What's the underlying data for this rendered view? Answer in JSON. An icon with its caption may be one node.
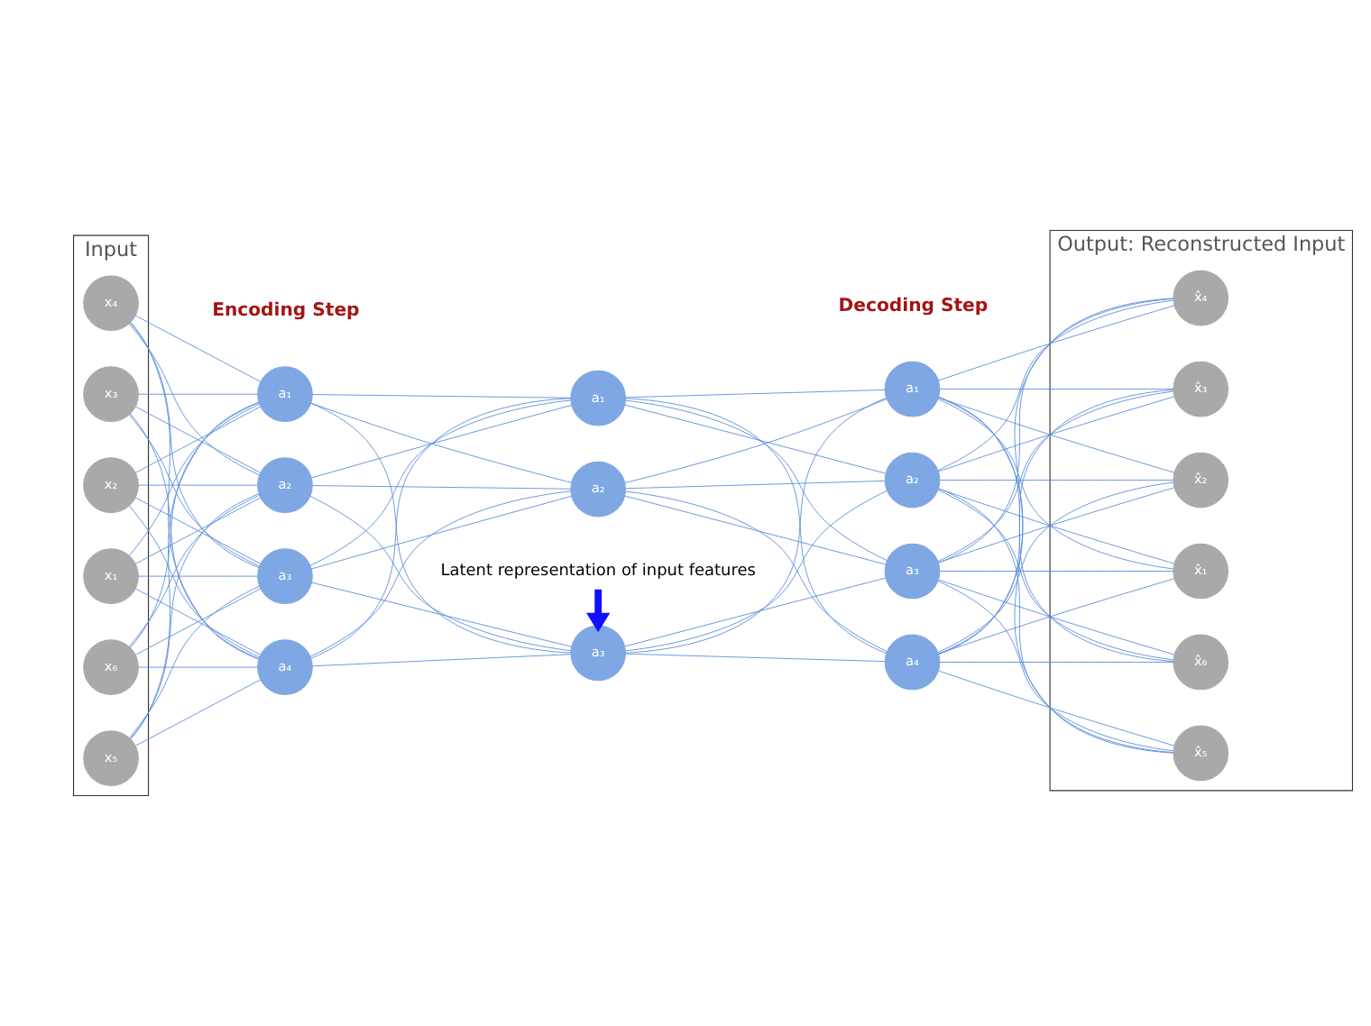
{
  "diagram": {
    "nodes": [
      {
        "text": [
          "Input"
        ]
      },
      {
        "text": [
          "x₁"
        ],
        "in": 0
      },
      {
        "text": [
          "x₂"
        ],
        "in": 0
      },
      {
        "text": [
          "x₃"
        ],
        "in": 0
      },
      {
        "text": [
          "x₄"
        ],
        "in": 0
      },
      {
        "text": [
          "x₅"
        ],
        "in": 0
      },
      {
        "text": [
          "x₆"
        ],
        "in": 0
      },
      {
        "text": [
          "a₁"
        ]
      },
      {
        "text": [
          "a₂"
        ]
      },
      {
        "text": [
          "a₃"
        ]
      },
      {
        "text": [
          "a₄"
        ]
      },
      {
        "text": [
          "a₁"
        ]
      },
      {
        "text": [
          "a₂"
        ]
      },
      {
        "text": [
          "a₃"
        ]
      },
      {
        "text": [
          "a₁"
        ]
      },
      {
        "text": [
          "a₂"
        ]
      },
      {
        "text": [
          "a₃"
        ]
      },
      {
        "text": [
          "a₄"
        ]
      },
      {
        "text": [
          "Output: Reconstructed Input"
        ]
      },
      {
        "text": [
          "x̂₁"
        ],
        "in": 18
      },
      {
        "text": [
          "x̂₂"
        ],
        "in": 18
      },
      {
        "text": [
          "x̂₃"
        ],
        "in": 18
      },
      {
        "text": [
          "x̂₄"
        ],
        "in": 18
      },
      {
        "text": [
          "x̂₅"
        ],
        "in": 18
      },
      {
        "text": [
          "x̂₆"
        ],
        "in": 18
      },
      {
        "text": [
          "Latent representation of input features"
        ]
      }
    ],
    "edges": [
      {
        "from": 1,
        "to": 7,
        "arrow": "none"
      },
      {
        "from": 1,
        "to": 8,
        "arrow": "none"
      },
      {
        "from": 1,
        "to": 9,
        "arrow": "none"
      },
      {
        "from": 1,
        "to": 10,
        "arrow": "none"
      },
      {
        "from": 2,
        "to": 7,
        "arrow": "none"
      },
      {
        "from": 2,
        "to": 8,
        "arrow": "none"
      },
      {
        "from": 2,
        "to": 9,
        "arrow": "none"
      },
      {
        "from": 2,
        "to": 10,
        "arrow": "none"
      },
      {
        "from": 3,
        "to": 7,
        "arrow": "none"
      },
      {
        "from": 3,
        "to": 8,
        "arrow": "none"
      },
      {
        "from": 3,
        "to": 9,
        "arrow": "none"
      },
      {
        "from": 3,
        "to": 10,
        "arrow": "none"
      },
      {
        "from": 4,
        "to": 7,
        "arrow": "none"
      },
      {
        "from": 4,
        "to": 8,
        "arrow": "none"
      },
      {
        "from": 4,
        "to": 9,
        "arrow": "none"
      },
      {
        "from": 4,
        "to": 10,
        "arrow": "none"
      },
      {
        "from": 5,
        "to": 7,
        "arrow": "none"
      },
      {
        "from": 5,
        "to": 8,
        "arrow": "none"
      },
      {
        "from": 5,
        "to": 9,
        "arrow": "none"
      },
      {
        "from": 5,
        "to": 10,
        "arrow": "none"
      },
      {
        "from": 6,
        "to": 7,
        "arrow": "none"
      },
      {
        "from": 6,
        "to": 8,
        "arrow": "none"
      },
      {
        "from": 6,
        "to": 9,
        "arrow": "none"
      },
      {
        "from": 6,
        "to": 10,
        "arrow": "none"
      },
      {
        "from": 7,
        "to": 11,
        "arrow": "none"
      },
      {
        "from": 7,
        "to": 12,
        "arrow": "none"
      },
      {
        "from": 7,
        "to": 13,
        "arrow": "none"
      },
      {
        "from": 8,
        "to": 11,
        "arrow": "none"
      },
      {
        "from": 8,
        "to": 12,
        "arrow": "none"
      },
      {
        "from": 8,
        "to": 13,
        "arrow": "none"
      },
      {
        "from": 9,
        "to": 11,
        "arrow": "none"
      },
      {
        "from": 9,
        "to": 12,
        "arrow": "none"
      },
      {
        "from": 9,
        "to": 13,
        "arrow": "none"
      },
      {
        "from": 10,
        "to": 11,
        "arrow": "none"
      },
      {
        "from": 10,
        "to": 12,
        "arrow": "none"
      },
      {
        "from": 10,
        "to": 13,
        "arrow": "none"
      },
      {
        "from": 11,
        "to": 14,
        "arrow": "none"
      },
      {
        "from": 11,
        "to": 15,
        "arrow": "none"
      },
      {
        "from": 11,
        "to": 16,
        "arrow": "none"
      },
      {
        "from": 11,
        "to": 17,
        "arrow": "none"
      },
      {
        "from": 12,
        "to": 14,
        "arrow": "none"
      },
      {
        "from": 12,
        "to": 15,
        "arrow": "none"
      },
      {
        "from": 12,
        "to": 16,
        "arrow": "none"
      },
      {
        "from": 12,
        "to": 17,
        "arrow": "none"
      },
      {
        "from": 13,
        "to": 14,
        "arrow": "none"
      },
      {
        "from": 13,
        "to": 15,
        "arrow": "none"
      },
      {
        "from": 13,
        "to": 16,
        "arrow": "none"
      },
      {
        "from": 13,
        "to": 17,
        "arrow": "none"
      },
      {
        "from": 14,
        "to": 19,
        "arrow": "none"
      },
      {
        "from": 14,
        "to": 20,
        "arrow": "none"
      },
      {
        "from": 14,
        "to": 21,
        "arrow": "none"
      },
      {
        "from": 14,
        "to": 22,
        "arrow": "none"
      },
      {
        "from": 14,
        "to": 23,
        "arrow": "none"
      },
      {
        "from": 14,
        "to": 24,
        "arrow": "none"
      },
      {
        "from": 15,
        "to": 19,
        "arrow": "none"
      },
      {
        "from": 15,
        "to": 20,
        "arrow": "none"
      },
      {
        "from": 15,
        "to": 21,
        "arrow": "none"
      },
      {
        "from": 15,
        "to": 22,
        "arrow": "none"
      },
      {
        "from": 15,
        "to": 23,
        "arrow": "none"
      },
      {
        "from": 15,
        "to": 24,
        "arrow": "none"
      },
      {
        "from": 16,
        "to": 19,
        "arrow": "none"
      },
      {
        "from": 16,
        "to": 20,
        "arrow": "none"
      },
      {
        "from": 16,
        "to": 21,
        "arrow": "none"
      },
      {
        "from": 16,
        "to": 22,
        "arrow": "none"
      },
      {
        "from": 16,
        "to": 23,
        "arrow": "none"
      },
      {
        "from": 16,
        "to": 24,
        "arrow": "none"
      },
      {
        "from": 17,
        "to": 19,
        "arrow": "none"
      },
      {
        "from": 17,
        "to": 20,
        "arrow": "none"
      },
      {
        "from": 17,
        "to": 21,
        "arrow": "none"
      },
      {
        "from": 17,
        "to": 22,
        "arrow": "none"
      },
      {
        "from": 17,
        "to": 23,
        "arrow": "none"
      },
      {
        "from": 17,
        "to": 24,
        "arrow": "none"
      },
      {
        "from": 25,
        "to": 13,
        "arrow": "to",
        "style": "thick",
        "color": "#1010ff"
      }
    ],
    "labels": [
      "Encoding Step",
      "Decoding Step"
    ]
  }
}
